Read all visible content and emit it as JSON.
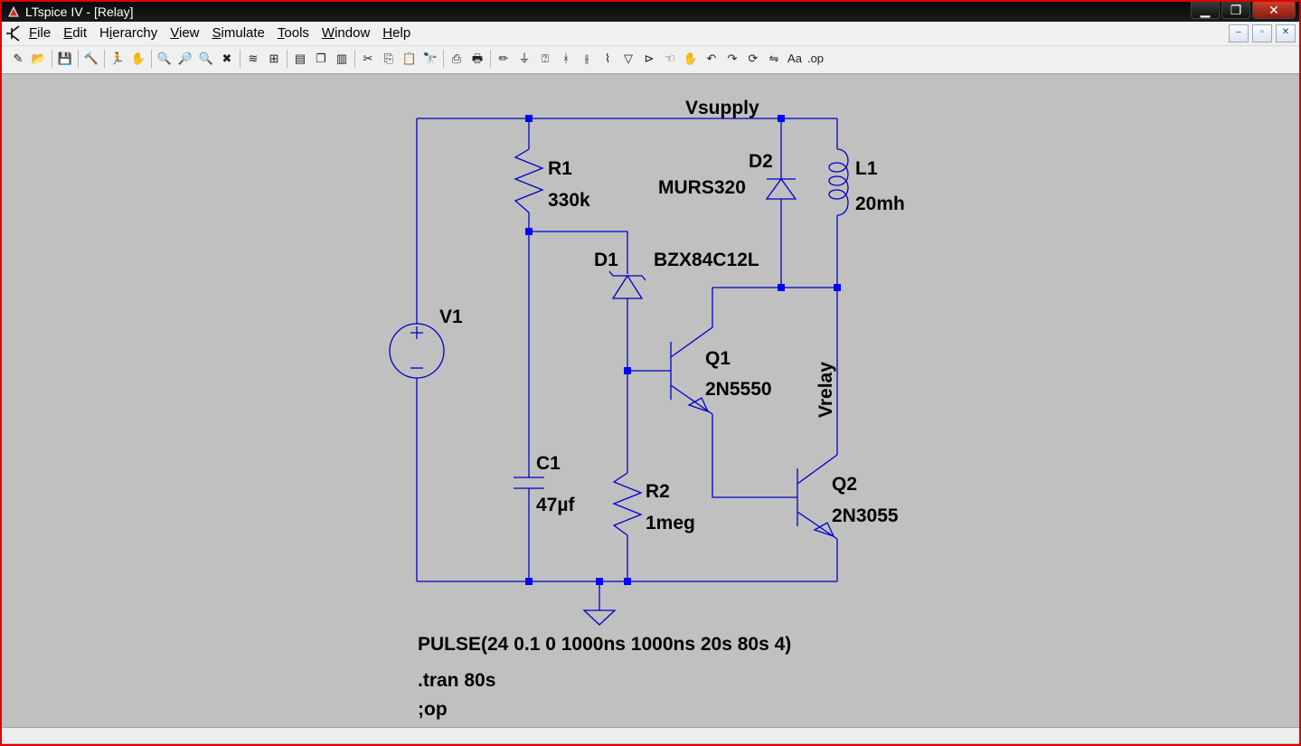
{
  "window": {
    "title": "LTspice IV - [Relay]",
    "minimize": "▁",
    "restore": "❐",
    "close": "✕"
  },
  "menu": [
    {
      "pre": "",
      "key": "F",
      "post": "ile"
    },
    {
      "pre": "",
      "key": "E",
      "post": "dit"
    },
    {
      "pre": "H",
      "key": "i",
      "post": "erarchy"
    },
    {
      "pre": "",
      "key": "V",
      "post": "iew"
    },
    {
      "pre": "",
      "key": "S",
      "post": "imulate"
    },
    {
      "pre": "",
      "key": "T",
      "post": "ools"
    },
    {
      "pre": "",
      "key": "W",
      "post": "indow"
    },
    {
      "pre": "",
      "key": "H",
      "post": "elp"
    }
  ],
  "mdi": {
    "minimize": "–",
    "restore": "▫",
    "close": "✕"
  },
  "toolbar_icons": [
    "new-schematic-icon",
    "open-icon",
    "|",
    "save-icon",
    "|",
    "control-panel-icon",
    "|",
    "run-icon",
    "halt-icon",
    "|",
    "zoom-in-icon",
    "pan-icon",
    "zoom-out-icon",
    "zoom-cancel-icon",
    "|",
    "autoscale-icon",
    "waveform-icon",
    "|",
    "tile-horizontal-icon",
    "cascade-icon",
    "tile-vertical-icon",
    "|",
    "cut-icon",
    "copy-icon",
    "paste-icon",
    "find-icon",
    "|",
    "print-icon",
    "print-setup-icon",
    "|",
    "draw-wire-icon",
    "ground-icon",
    "label-net-icon",
    "resistor-icon",
    "capacitor-icon",
    "inductor-icon",
    "diode-icon",
    "component-icon",
    "move-icon",
    "drag-icon",
    "undo-icon",
    "redo-icon",
    "rotate-icon",
    "mirror-icon",
    "text-icon",
    "spice-directive-icon"
  ],
  "toolbar_glyphs": [
    "✎",
    "📂",
    "|",
    "💾",
    "|",
    "🔨",
    "|",
    "🏃",
    "✋",
    "|",
    "🔍",
    "🔎",
    "🔍",
    "✖",
    "|",
    "≋",
    "⊞",
    "|",
    "▤",
    "❐",
    "▥",
    "|",
    "✂",
    "⎘",
    "📋",
    "🔭",
    "|",
    "⎙",
    "🖶",
    "|",
    "✏",
    "⏚",
    "⍰",
    "ᚼ",
    "⫲",
    "⌇",
    "▽",
    "⊳",
    "☜",
    "✋",
    "↶",
    "↷",
    "⟳",
    "⇋",
    "Aa",
    ".op"
  ],
  "schematic": {
    "net_labels": [
      "Vsupply",
      "Vrelay"
    ],
    "components": {
      "V1": {
        "ref": "V1",
        "value": "PULSE(24 0.1 0 1000ns 1000ns 20s 80s 4)"
      },
      "R1": {
        "ref": "R1",
        "value": "330k"
      },
      "R2": {
        "ref": "R2",
        "value": "1meg"
      },
      "C1": {
        "ref": "C1",
        "value": "47µf"
      },
      "D1": {
        "ref": "D1",
        "value": "BZX84C12L"
      },
      "D2": {
        "ref": "D2",
        "value": "MURS320"
      },
      "L1": {
        "ref": "L1",
        "value": "20mh"
      },
      "Q1": {
        "ref": "Q1",
        "value": "2N5550"
      },
      "Q2": {
        "ref": "Q2",
        "value": "2N3055"
      }
    },
    "directives": [
      ".tran 80s",
      ";op"
    ]
  },
  "colors": {
    "wire": "#0000c8",
    "junction": "#0000ff",
    "background": "#c0c0c0",
    "frame": "#e00000"
  }
}
